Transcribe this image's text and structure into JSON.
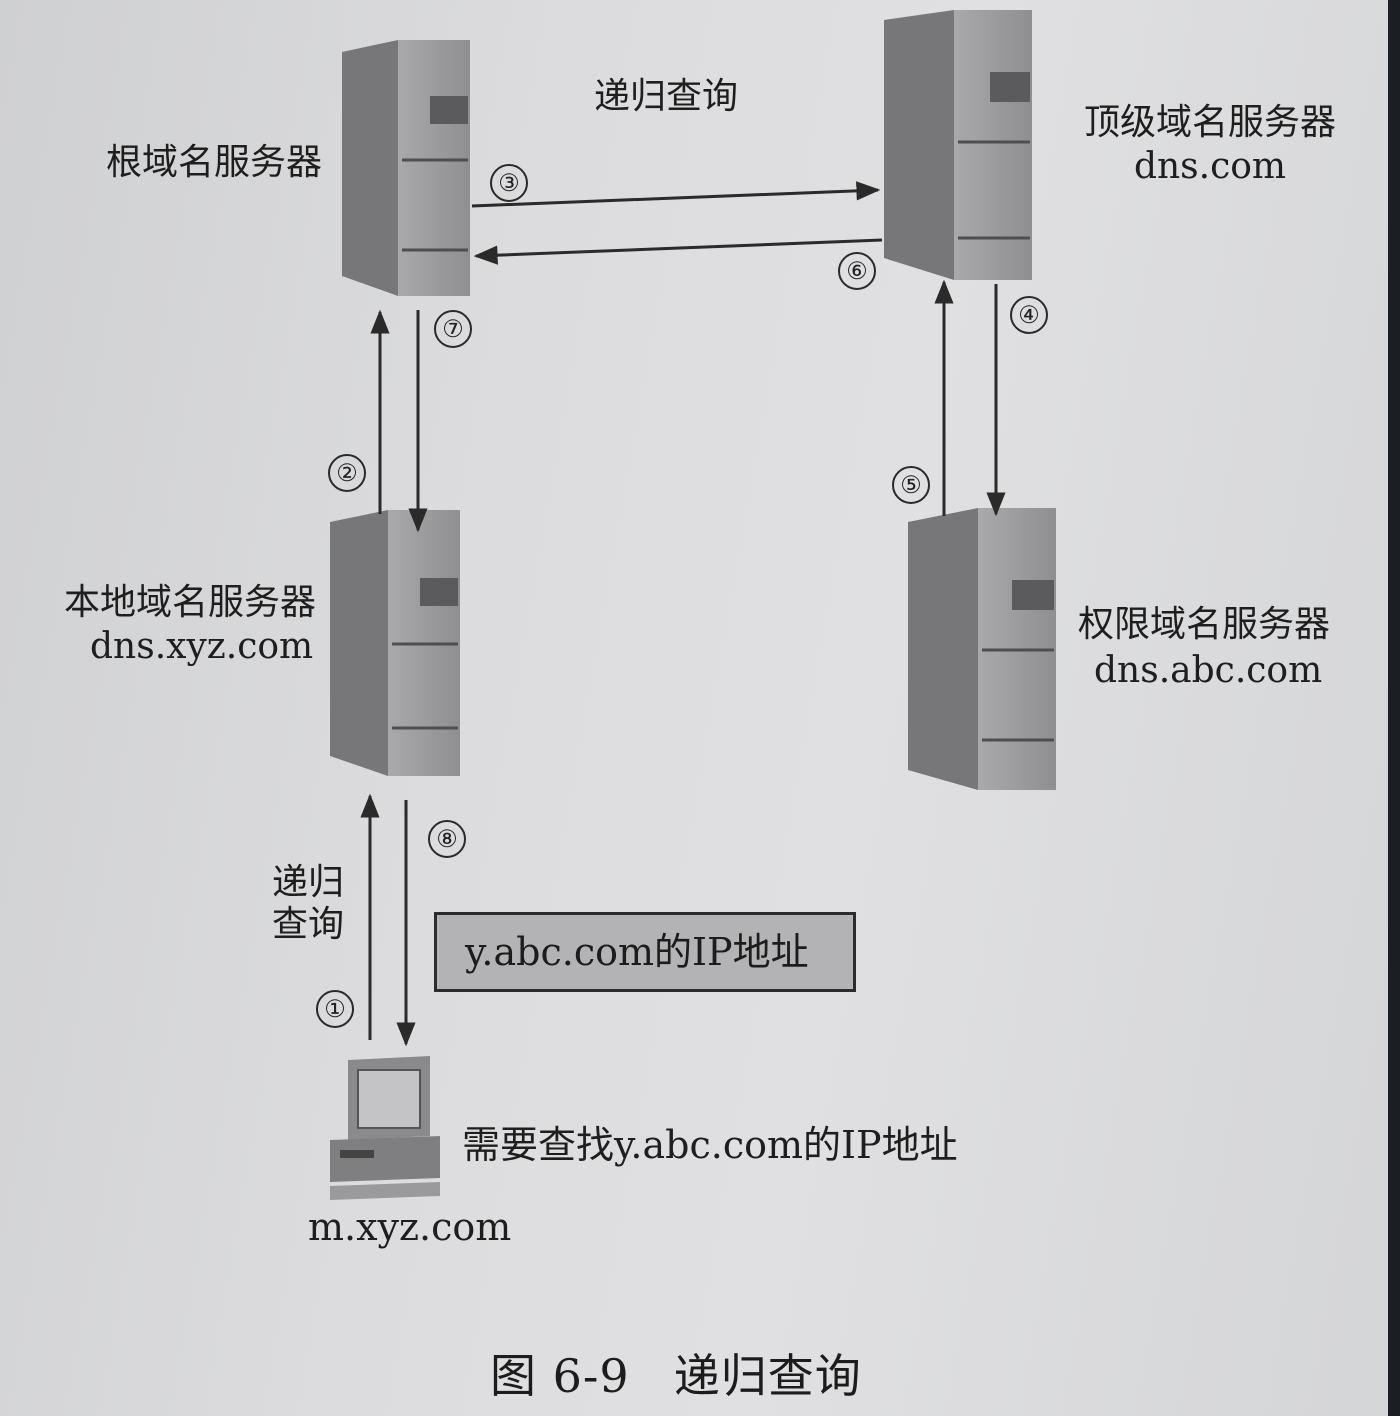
{
  "labels": {
    "recursive_top": "递归查询",
    "root_server": "根域名服务器",
    "tld_server": "顶级域名服务器",
    "tld_domain": "dns.com",
    "local_server": "本地域名服务器",
    "local_domain": "dns.xyz.com",
    "auth_server": "权限域名服务器",
    "auth_domain": "dns.abc.com",
    "recursive_left_1": "递归",
    "recursive_left_2": "查询",
    "answer_box": "y.abc.com的IP地址",
    "client_need": "需要查找y.abc.com的IP地址",
    "client_host": "m.xyz.com"
  },
  "steps": [
    "①",
    "②",
    "③",
    "④",
    "⑤",
    "⑥",
    "⑦",
    "⑧"
  ],
  "caption": {
    "number": "图 6-9",
    "title": "递归查询"
  },
  "colors": {
    "server_body": "#9c9c9e",
    "server_side": "#6f6f72",
    "arrow": "#2a2a2a"
  }
}
